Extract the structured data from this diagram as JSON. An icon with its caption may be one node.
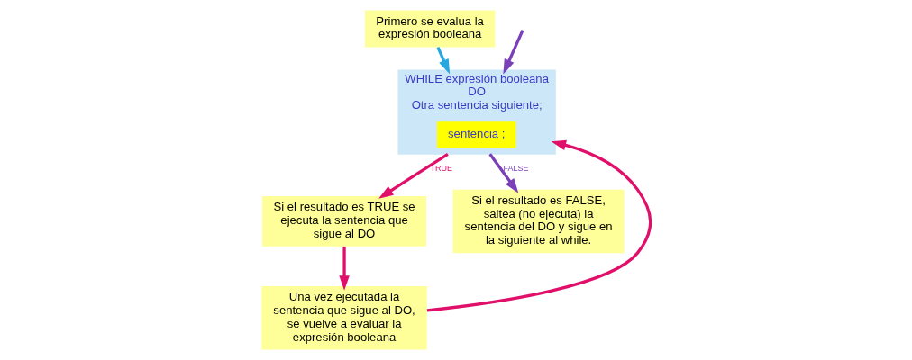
{
  "diagram": {
    "nodes": [
      {
        "text": [
          "Primero se evalua la expresión booleana"
        ]
      },
      {
        "text": [
          "WHILE expresión booleana",
          "DO",
          "Otra sentencia siguiente;"
        ]
      },
      {
        "text": [
          "sentencia ;"
        ],
        "in": 1
      },
      {
        "text": [
          "Si el resultado es TRUE se ejecuta la sentencia que sigue al DO"
        ]
      },
      {
        "text": [
          "Una vez ejecutada la sentencia que sigue al DO, se vuelve a evaluar la expresión booleana"
        ]
      },
      {
        "text": [
          "Si el resultado es FALSE, saltea (no ejecuta) la sentencia del DO y sigue en la siguiente al while."
        ]
      }
    ],
    "edges": [
      {
        "from": 0,
        "to": 1,
        "arrow": "to",
        "color": "#29a8e0"
      },
      {
        "from": 1,
        "to": 3,
        "arrow": "to",
        "label": "TRUE"
      },
      {
        "from": 3,
        "to": 4,
        "arrow": "to"
      },
      {
        "from": 4,
        "to": 1,
        "arrow": "to"
      },
      {
        "from": 1,
        "to": 5,
        "arrow": "to",
        "label": "FALSE",
        "color": "#7b3fb8"
      },
      {
        "from": null,
        "to": 1,
        "arrow": "to",
        "color": "#7b3fb8"
      }
    ]
  }
}
